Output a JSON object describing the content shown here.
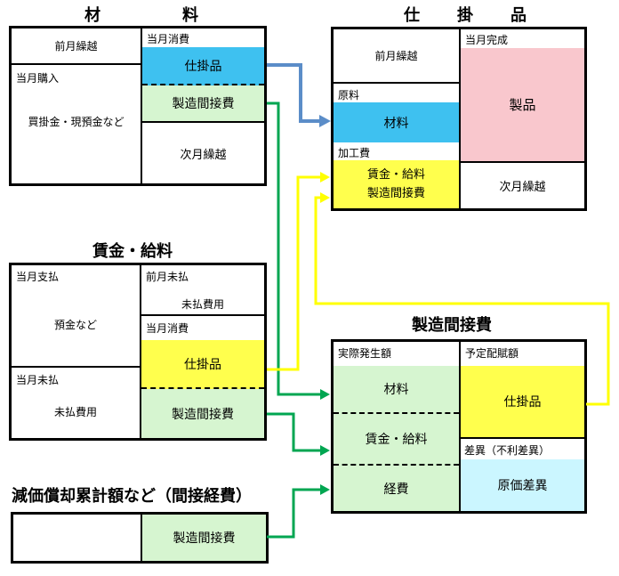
{
  "palette": {
    "blue_fill": "#3EC1F0",
    "green_fill": "#D6F5D0",
    "yellow_fill": "#FFFF4D",
    "pink_fill": "#F9C7CD",
    "cyan_fill": "#CBF6FF",
    "arrow_blue": "#5B8DC8",
    "arrow_green": "#00A651",
    "arrow_yellow": "#FFFF00",
    "border": "#000000"
  },
  "accounts": {
    "materials": {
      "title": "材料",
      "prev_month_carryover": "前月繰越",
      "current_month_purchase": "当月購入",
      "payables_cash": "買掛金・現預金など",
      "current_month_consumption": "当月消費",
      "to_wip": "仕掛品",
      "to_overhead": "製造間接費",
      "next_month_carryover": "次月繰越"
    },
    "wip": {
      "title": "仕掛品",
      "prev_month_carryover": "前月繰越",
      "raw_materials_label": "原料",
      "materials_box": "材料",
      "processing_cost_label": "加工費",
      "labor_line": "賃金・給料",
      "overhead_line": "製造間接費",
      "completed_label": "当月完成",
      "finished_goods": "製品",
      "next_month_carryover": "次月繰越"
    },
    "wages": {
      "title": "賃金・給料",
      "paid_this_month": "当月支払",
      "deposits": "預金など",
      "unpaid_this_month": "当月未払",
      "accrued_expense_left": "未払費用",
      "prev_month_unpaid": "前月未払",
      "accrued_expense_right": "未払費用",
      "current_month_consumption": "当月消費",
      "to_wip": "仕掛品",
      "to_overhead": "製造間接費"
    },
    "overhead": {
      "title": "製造間接費",
      "actual_amount_label": "実際発生額",
      "materials": "材料",
      "labor": "賃金・給料",
      "expenses": "経費",
      "applied_amount_label": "予定配賦額",
      "to_wip": "仕掛品",
      "variance_label": "差異（不利差異）",
      "cost_variance": "原価差異"
    },
    "depreciation": {
      "title": "減価償却累計額など（間接経費）",
      "to_overhead": "製造間接費"
    }
  },
  "arrows": [
    {
      "id": "materials-to-wip",
      "color": "#5B8DC8",
      "from": "材料/仕掛品",
      "to": "仕掛品/材料"
    },
    {
      "id": "materials-to-overhead",
      "color": "#00A651",
      "from": "材料/製造間接費",
      "to": "製造間接費/材料"
    },
    {
      "id": "wages-to-wip",
      "color": "#FFFF00",
      "from": "賃金・給料/仕掛品",
      "to": "仕掛品/賃金・給料"
    },
    {
      "id": "wages-to-overhead",
      "color": "#00A651",
      "from": "賃金・給料/製造間接費",
      "to": "製造間接費/賃金・給料"
    },
    {
      "id": "depreciation-to-overhead",
      "color": "#00A651",
      "from": "減価償却累計額など/製造間接費",
      "to": "製造間接費/経費"
    },
    {
      "id": "overhead-applied-to-wip",
      "color": "#FFFF00",
      "from": "製造間接費/仕掛品",
      "to": "仕掛品/製造間接費"
    }
  ]
}
